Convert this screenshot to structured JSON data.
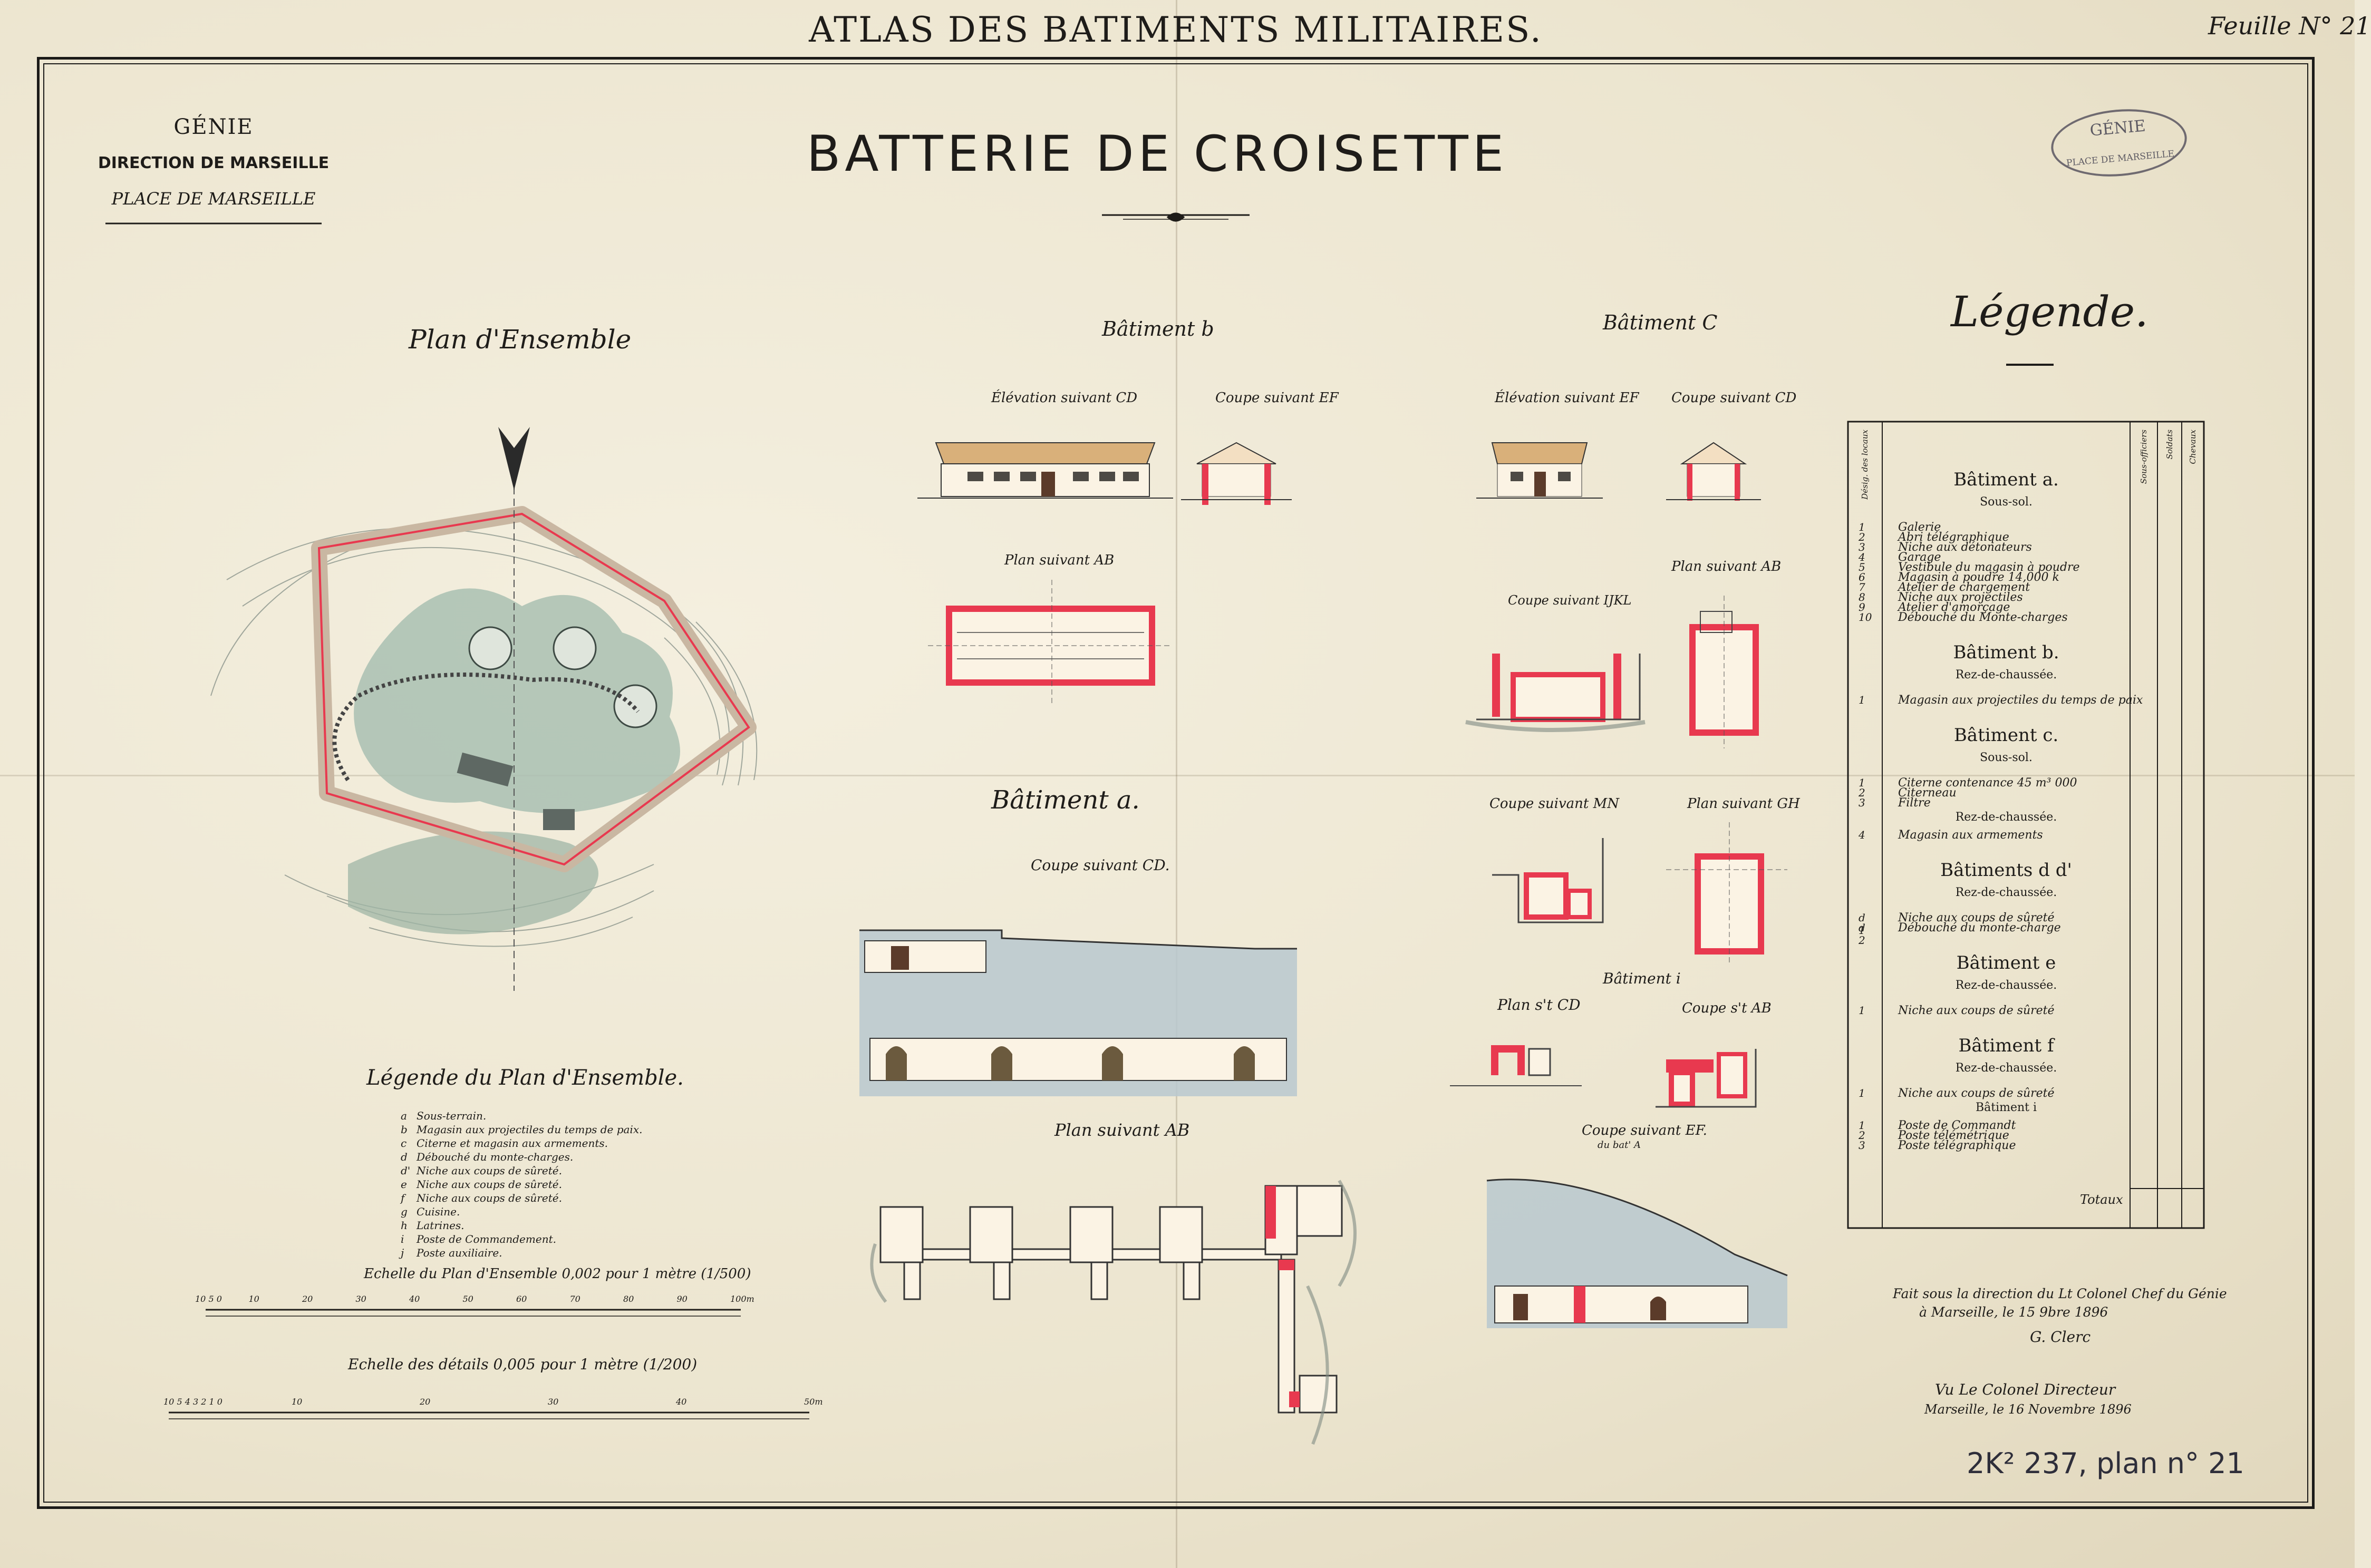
{
  "header": {
    "atlas_title": "ATLAS DES BATIMENTS MILITAIRES.",
    "sheet_number": "Feuille N° 21",
    "genie": "GÉNIE",
    "direction": "DIRECTION DE MARSEILLE",
    "place": "PLACE DE MARSEILLE",
    "main_title": "BATTERIE DE CROISETTE",
    "stamp_line1": "GÉNIE",
    "stamp_line2": "PLACE DE MARSEILLE"
  },
  "plan_ensemble": {
    "title": "Plan d'Ensemble",
    "legend_title": "Légende du Plan d'Ensemble.",
    "legend_items": [
      {
        "key": "a",
        "text": "Sous-terrain."
      },
      {
        "key": "b",
        "text": "Magasin aux projectiles du temps de paix."
      },
      {
        "key": "c",
        "text": "Citerne et magasin aux armements."
      },
      {
        "key": "d",
        "text": "Débouché du monte-charges."
      },
      {
        "key": "d'",
        "text": "Niche aux coups de sûreté."
      },
      {
        "key": "e",
        "text": "Niche aux coups de sûreté."
      },
      {
        "key": "f",
        "text": "Niche aux coups de sûreté."
      },
      {
        "key": "g",
        "text": "Cuisine."
      },
      {
        "key": "h",
        "text": "Latrines."
      },
      {
        "key": "i",
        "text": "Poste de Commandement."
      },
      {
        "key": "j",
        "text": "Poste auxiliaire."
      }
    ],
    "scale1_label": "Echelle du Plan d'Ensemble 0,002 pour 1 mètre (1/500)",
    "scale1_ticks": [
      "10 5 0",
      "10",
      "20",
      "30",
      "40",
      "50",
      "60",
      "70",
      "80",
      "90",
      "100m"
    ],
    "scale2_label": "Echelle des détails 0,005 pour 1 mètre (1/200)",
    "scale2_ticks": [
      "10 5 4 3 2 1 0",
      "10",
      "20",
      "30",
      "40",
      "50m"
    ]
  },
  "batiment_b": {
    "title": "Bâtiment b",
    "elevation": "Élévation suivant CD",
    "coupe": "Coupe suivant EF",
    "plan": "Plan suivant AB"
  },
  "batiment_c": {
    "title": "Bâtiment C",
    "elevation": "Élévation suivant EF",
    "coupe_cd": "Coupe suivant CD",
    "coupe_ijkl": "Coupe suivant IJKL",
    "plan_ab": "Plan suivant AB",
    "coupe_mn": "Coupe suivant MN",
    "plan_gh": "Plan suivant GH"
  },
  "batiment_i": {
    "title": "Bâtiment i",
    "plan_cd": "Plan s't CD",
    "coupe_ab": "Coupe s't AB"
  },
  "batiment_a": {
    "title": "Bâtiment a.",
    "coupe_cd": "Coupe suivant CD.",
    "plan_ab": "Plan suivant AB",
    "coupe_ef": "Coupe suivant EF.",
    "coupe_ef_sub": "du bat' A"
  },
  "legende": {
    "title": "Légende.",
    "col_headers": [
      "Désig. des locaux",
      "Sous-officiers",
      "Soldats",
      "Chevaux"
    ],
    "sections": [
      {
        "title": "Bâtiment a.",
        "sub": "Sous-sol.",
        "items": [
          {
            "n": "1",
            "text": "Galerie"
          },
          {
            "n": "2",
            "text": "Abri télégraphique"
          },
          {
            "n": "3",
            "text": "Niche aux détonateurs"
          },
          {
            "n": "4",
            "text": "Garage"
          },
          {
            "n": "5",
            "text": "Vestibule du magasin à poudre"
          },
          {
            "n": "6",
            "text": "Magasin à poudre 14,000 k"
          },
          {
            "n": "7",
            "text": "Atelier de chargement"
          },
          {
            "n": "8",
            "text": "Niche aux projectiles"
          },
          {
            "n": "9",
            "text": "Atelier d'amorçage"
          },
          {
            "n": "10",
            "text": "Débouché du Monte-charges"
          }
        ]
      },
      {
        "title": "Bâtiment b.",
        "sub": "Rez-de-chaussée.",
        "items": [
          {
            "n": "1",
            "text": "Magasin aux projectiles du temps de paix"
          }
        ]
      },
      {
        "title": "Bâtiment c.",
        "sub": "Sous-sol.",
        "items": [
          {
            "n": "1",
            "text": "Citerne contenance 45 m³ 000"
          },
          {
            "n": "2",
            "text": "Citerneau"
          },
          {
            "n": "3",
            "text": "Filtre"
          }
        ],
        "sub2": "Rez-de-chaussée.",
        "items2": [
          {
            "n": "4",
            "text": "Magasin aux armements"
          }
        ]
      },
      {
        "title": "Bâtiments d d'",
        "sub": "Rez-de-chaussée.",
        "items": [
          {
            "n": "d 1",
            "text": "Niche aux coups de sûreté"
          },
          {
            "n": "d 2",
            "text": "Débouché du monte-charge"
          }
        ]
      },
      {
        "title": "Bâtiment e",
        "sub": "Rez-de-chaussée.",
        "items": [
          {
            "n": "1",
            "text": "Niche aux coups de sûreté"
          }
        ]
      },
      {
        "title": "Bâtiment f",
        "sub": "Rez-de-chaussée.",
        "items": [
          {
            "n": "1",
            "text": "Niche aux coups de sûreté"
          }
        ],
        "sub2": "Bâtiment i",
        "items2": [
          {
            "n": "1",
            "text": "Poste de Commandt"
          },
          {
            "n": "2",
            "text": "Poste télémétrique"
          },
          {
            "n": "3",
            "text": "Poste télégraphique"
          }
        ]
      }
    ],
    "totaux": "Totaux"
  },
  "footer": {
    "fait_line1": "Fait sous la direction du Lt Colonel Chef du Génie",
    "fait_line2": "à Marseille, le 15 9bre 1896",
    "signature": "G. Clerc",
    "vu_line1": "Vu Le Colonel Directeur",
    "vu_line2": "Marseille, le 16 Novembre 1896",
    "archive_mark": "2K² 237, plan n° 21"
  },
  "colors": {
    "paper": "#efe9d6",
    "ink": "#1e1c19",
    "masonry_red": "#e8394f",
    "wash_green": "#9fb6a6",
    "wash_blue": "#b9c8cf",
    "roof_ochre": "#d9b07a"
  }
}
